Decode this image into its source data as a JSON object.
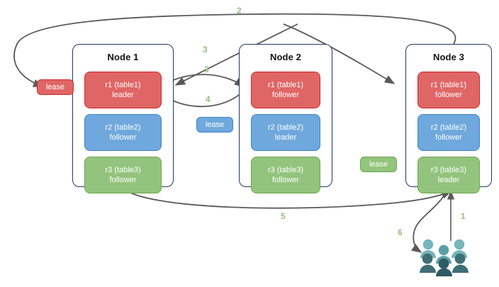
{
  "diagram": {
    "title": "distributed-sql-lease-replication-flow",
    "colors": {
      "replica_r1": "#e06666",
      "replica_r2": "#6fa8dc",
      "replica_r3": "#93c47d",
      "node_border": "#1f3864",
      "arrow": "#595959",
      "label": "#93c47d",
      "people_back": "#76b5ba",
      "people_front": "#3f6e77"
    },
    "nodes": [
      {
        "title": "Node 1",
        "replicas": [
          {
            "name": "r1 (table1)",
            "role": "leader",
            "kind": "r1"
          },
          {
            "name": "r2 (table2)",
            "role": "follower",
            "kind": "r2"
          },
          {
            "name": "r3 (table3)",
            "role": "follower",
            "kind": "r3"
          }
        ]
      },
      {
        "title": "Node 2",
        "replicas": [
          {
            "name": "r1 (table1)",
            "role": "follower",
            "kind": "r1"
          },
          {
            "name": "r2 (table2)",
            "role": "leader",
            "kind": "r2"
          },
          {
            "name": "r3 (table3)",
            "role": "follower",
            "kind": "r3"
          }
        ]
      },
      {
        "title": "Node 3",
        "replicas": [
          {
            "name": "r1 (table1)",
            "role": "follower",
            "kind": "r1"
          },
          {
            "name": "r2 (table2)",
            "role": "follower",
            "kind": "r2"
          },
          {
            "name": "r3 (table3)",
            "role": "leader",
            "kind": "r3"
          }
        ]
      }
    ],
    "leases": [
      {
        "label": "lease",
        "color": "red",
        "for": "r1-table1"
      },
      {
        "label": "lease",
        "color": "blue",
        "for": "r2-table2"
      },
      {
        "label": "lease",
        "color": "green",
        "for": "r3-table3"
      }
    ],
    "edges": [
      {
        "id": "1",
        "label": "1",
        "from": "users",
        "to": "node-3"
      },
      {
        "id": "2",
        "label": "2",
        "from": "node-3",
        "to": "lease-red"
      },
      {
        "id": "3a",
        "label": "3",
        "from": "node-3",
        "to": "node-1-r1"
      },
      {
        "id": "3b",
        "label": "3",
        "from": "node-1-r1",
        "to": "node-2-r1"
      },
      {
        "id": "4",
        "label": "4",
        "from": "node-2-r1",
        "to": "node-1-r1"
      },
      {
        "id": "5",
        "label": "5",
        "from": "node-1",
        "to": "node-3"
      },
      {
        "id": "6",
        "label": "6",
        "from": "node-3",
        "to": "users"
      }
    ],
    "people": {
      "icon": "users-icon",
      "count": 6
    }
  }
}
